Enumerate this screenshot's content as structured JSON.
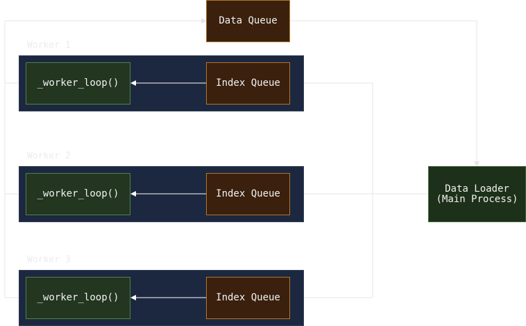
{
  "data_queue": {
    "label": "Data Queue"
  },
  "data_loader": {
    "label": "Data Loader\n(Main Process)"
  },
  "workers": [
    {
      "title": "Worker 1",
      "loop_label": "_worker_loop()",
      "queue_label": "Index Queue"
    },
    {
      "title": "Worker 2",
      "loop_label": "_worker_loop()",
      "queue_label": "Index Queue"
    },
    {
      "title": "Worker 3",
      "loop_label": "_worker_loop()",
      "queue_label": "Index Queue"
    }
  ],
  "colors": {
    "worker_panel": "#1c2840",
    "loop_fill": "#223620",
    "loop_border": "#55804a",
    "queue_fill": "#3a200d",
    "queue_border": "#b8752a",
    "loader_fill": "#1d3019",
    "connector_light": "#e6e6e6",
    "arrow_inner": "#ffffff"
  }
}
